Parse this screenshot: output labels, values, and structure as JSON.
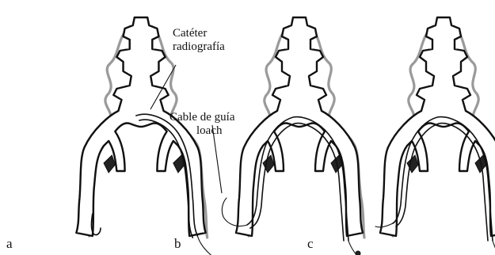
{
  "figure": {
    "panels": [
      {
        "id": "a",
        "label": "a"
      },
      {
        "id": "b",
        "label": "b"
      },
      {
        "id": "c",
        "label": "c"
      }
    ],
    "annotations": {
      "catheter_line1": "Catéter",
      "catheter_line2": "radiografía",
      "guidewire_line1": "Cable de guía",
      "guidewire_line2": "loach"
    }
  }
}
